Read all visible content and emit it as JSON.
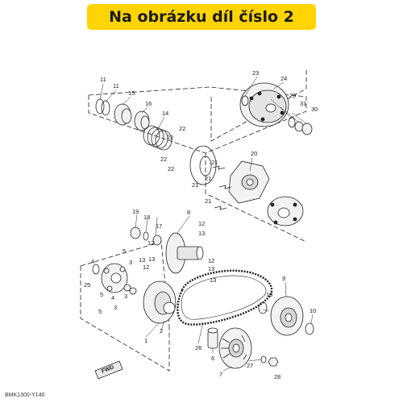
{
  "banner": {
    "text": "Na obrázku díl číslo 2",
    "bg_color": "#ffd400"
  },
  "diagram_code": "BMK1300-Y140",
  "fwd_label": "FWD",
  "callouts": [
    "1",
    "2",
    "3",
    "4",
    "5",
    "6",
    "7",
    "8",
    "9",
    "10",
    "11",
    "12",
    "13",
    "14",
    "15",
    "16",
    "17",
    "18",
    "19",
    "20",
    "21",
    "22",
    "23",
    "24",
    "25",
    "26",
    "27",
    "28",
    "29",
    "30",
    "31"
  ],
  "colors": {
    "line": "#222222",
    "part_fill": "#f2f2f2",
    "part_shade": "#c8c8c8"
  }
}
